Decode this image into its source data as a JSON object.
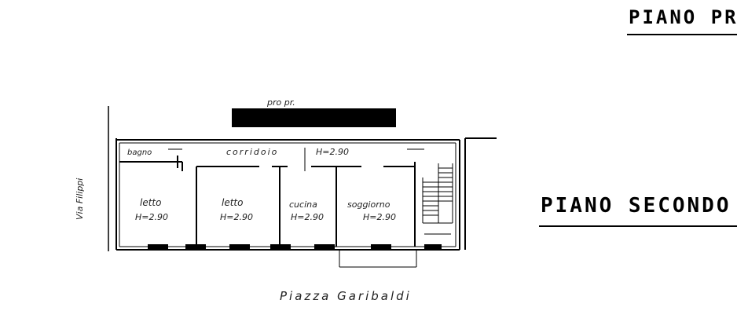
{
  "titles": {
    "floor_one": "PIANO PRIM",
    "floor_two": "PIANO SECONDO"
  },
  "labels": {
    "neighbor": "pro pr.",
    "street_left": "Via Filippi",
    "square": "Piazza Garibaldi"
  },
  "rooms": {
    "bagno": "bagno",
    "corridoio": "corridoio",
    "corridoio_height": "H=2.90",
    "letto1": "letto",
    "letto1_height": "H=2.90",
    "letto2": "letto",
    "letto2_height": "H=2.90",
    "cucina": "cucina",
    "cucina_height": "H=2.90",
    "soggiorno": "soggiorno",
    "soggiorno_height": "H=2.90"
  }
}
